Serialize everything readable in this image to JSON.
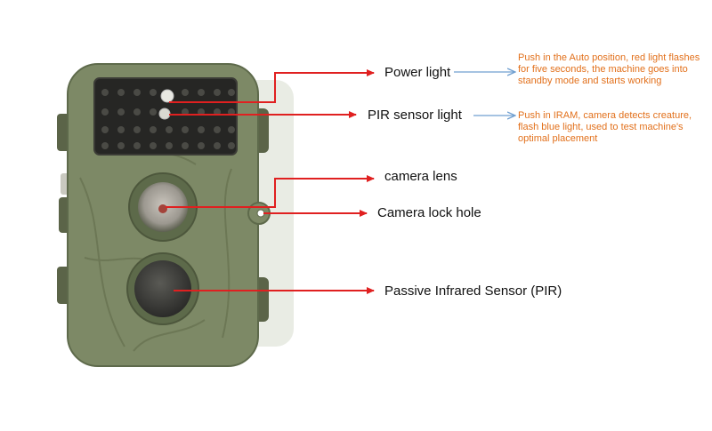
{
  "labels": {
    "power_light": "Power light",
    "pir_sensor_light": "PIR sensor light",
    "camera_lens": "camera lens",
    "camera_lock_hole": "Camera lock hole",
    "pir": "Passive Infrared Sensor (PIR)"
  },
  "notes": {
    "power_light": "Push in the Auto position, red light flashes for five seconds, the machine goes into standby mode and starts working",
    "pir_sensor_light": "Push in IRAM, camera detects creature, flash blue light, used to test machine's optimal placement"
  },
  "colors": {
    "body": "#7d8966",
    "pointer": "#e02020",
    "note_arrow": "#6f9fd0",
    "note_text": "#e2701b"
  }
}
